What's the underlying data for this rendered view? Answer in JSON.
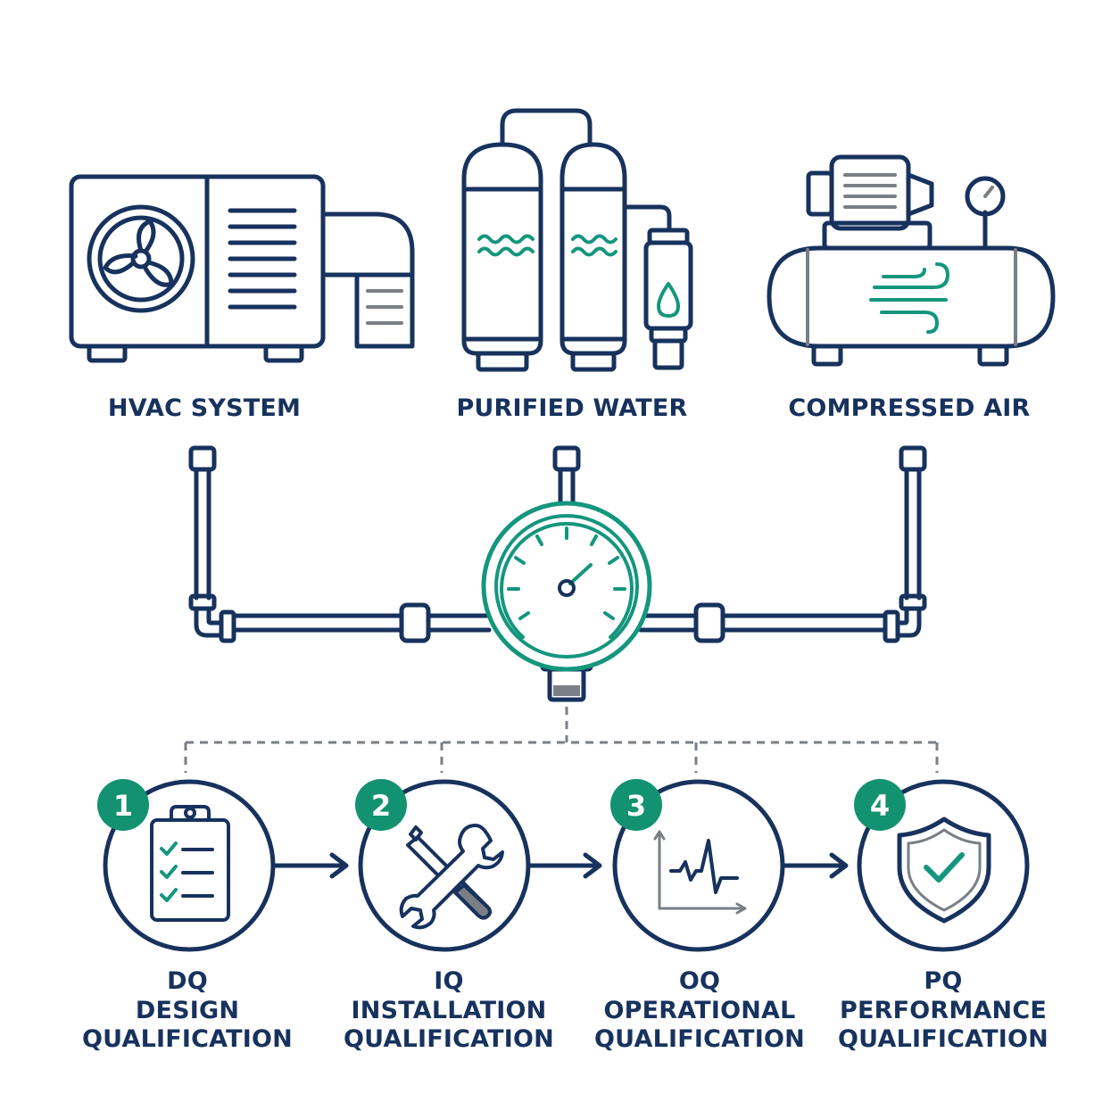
{
  "systems": [
    {
      "label": "HVAC SYSTEM",
      "icon": "hvac-unit-icon"
    },
    {
      "label": "PURIFIED WATER",
      "icon": "water-purification-icon"
    },
    {
      "label": "COMPRESSED AIR",
      "icon": "air-compressor-icon"
    }
  ],
  "hub": {
    "icon": "pressure-gauge-icon"
  },
  "stages": [
    {
      "number": "1",
      "code": "DQ",
      "line1": "DESIGN",
      "line2": "QUALIFICATION",
      "icon": "checklist-clipboard-icon"
    },
    {
      "number": "2",
      "code": "IQ",
      "line1": "INSTALLATION",
      "line2": "QUALIFICATION",
      "icon": "wrench-screwdriver-icon"
    },
    {
      "number": "3",
      "code": "OQ",
      "line1": "OPERATIONAL",
      "line2": "QUALIFICATION",
      "icon": "signal-graph-icon"
    },
    {
      "number": "4",
      "code": "PQ",
      "line1": "PERFORMANCE",
      "line2": "QUALIFICATION",
      "icon": "shield-check-icon"
    }
  ],
  "colors": {
    "navy": "#17325d",
    "teal": "#14967d",
    "gray": "#7a7f86",
    "badge": "#129270"
  }
}
